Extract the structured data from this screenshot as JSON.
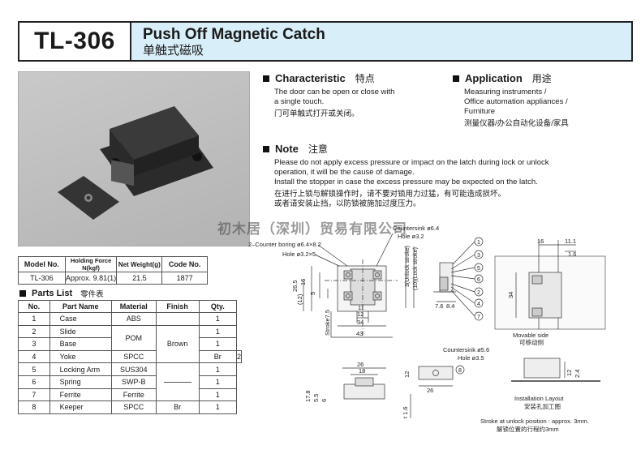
{
  "header": {
    "model": "TL-306",
    "title": "Push Off Magnetic Catch",
    "subtitle_cn": "单触式磁吸"
  },
  "characteristic": {
    "title": "Characteristic",
    "title_cn": "特点",
    "line1": "The door can be open or close with",
    "line2": "a single touch.",
    "cn": "门可单触式打开或关闭。"
  },
  "application": {
    "title": "Application",
    "title_cn": "用途",
    "line1": "Measuring instruments /",
    "line2": "Office automation appliances /",
    "line3": "Furniture",
    "cn": "测量仪器/办公自动化设备/家具"
  },
  "note": {
    "title": "Note",
    "title_cn": "注意",
    "line1": "Please do not apply excess pressure or impact on the latch during lock or unlock",
    "line2": "operation, it will be the cause of damage.",
    "line3": "Install the stopper in case the excess pressure may be expected on the latch.",
    "cn1": "在进行上锁与解锁操作时，请不要对锁用力过猛，有可能造成损坏。",
    "cn2": "或者请安装止挡，以防锁被施加过度压力。"
  },
  "watermark": "初木居（深圳）贸易有限公司",
  "spec_table": {
    "headers": [
      "Model No.",
      "Holding Force N(kgf)",
      "Net Weight(g)",
      "Code No."
    ],
    "row": [
      "TL-306",
      "Approx. 9.81(1)",
      "21.5",
      "1877"
    ]
  },
  "parts_list": {
    "title": "Parts List",
    "title_cn": "零件表",
    "headers": [
      "No.",
      "Part Name",
      "Material",
      "Finish",
      "Qty."
    ],
    "rows": [
      {
        "no": "1",
        "name": "Case",
        "material": "ABS",
        "qty": "1"
      },
      {
        "no": "2",
        "name": "Slide",
        "material": "",
        "qty": "1"
      },
      {
        "no": "3",
        "name": "Base",
        "material": "",
        "qty": "1"
      },
      {
        "no": "4",
        "name": "Yoke",
        "material": "SPCC",
        "qty": "2"
      },
      {
        "no": "5",
        "name": "Locking Arm",
        "material": "SUS304",
        "qty": "1"
      },
      {
        "no": "6",
        "name": "Spring",
        "material": "SWP-B",
        "qty": "1"
      },
      {
        "no": "7",
        "name": "Ferrite",
        "material": "Ferrite",
        "qty": "1"
      },
      {
        "no": "8",
        "name": "Keeper",
        "material": "SPCC",
        "qty": "1"
      }
    ],
    "pom": "POM",
    "brown": "Brown",
    "br1": "Br",
    "br2": "Br"
  },
  "drawing": {
    "counter_boring": "2–Counter boring  ø6.4×8.2",
    "hole32x5": "Hole ø3.2×5",
    "countersink64": "Countersink ø6.4",
    "hole32": "Hole ø3.2",
    "countersink56": "Countersink ø5.6",
    "hole35": "Hole ø3.5",
    "dim_26_5": "26.5",
    "dim_16a": "16",
    "dim_5": "5",
    "dim_12a": "(12)",
    "dim_11": "11",
    "dim_12b": "12",
    "dim_34a": "34",
    "dim_43": "43",
    "dim_stroke": "Stroke7.5",
    "unlock": "3(Unlock stroke)",
    "lock": "(10)(Lock stroke)",
    "dim_76": "7.6",
    "dim_84": "8.4",
    "dim_16b": "16",
    "dim_111": "11.1",
    "dim_16c": "1.6",
    "dim_34b": "34",
    "movable": "Movable side",
    "movable_cn": "可移动侧",
    "dim_26b": "26",
    "dim_18": "18",
    "dim_12c": "12",
    "dim_26c": "26",
    "dim_178": "17.8",
    "dim_55": "5.5",
    "dim_6": "6",
    "dim_t16": "t 1.6",
    "dim_12d": "12",
    "dim_24": "2.4",
    "install": "Installation Layout",
    "install_cn": "安装孔加工图",
    "stroke_note": "Stroke at unlock position : approx. 3mm.",
    "stroke_note_cn": "解锁位置的行程约3mm",
    "callouts": [
      "1",
      "3",
      "5",
      "6",
      "2",
      "4",
      "7",
      "8"
    ]
  }
}
